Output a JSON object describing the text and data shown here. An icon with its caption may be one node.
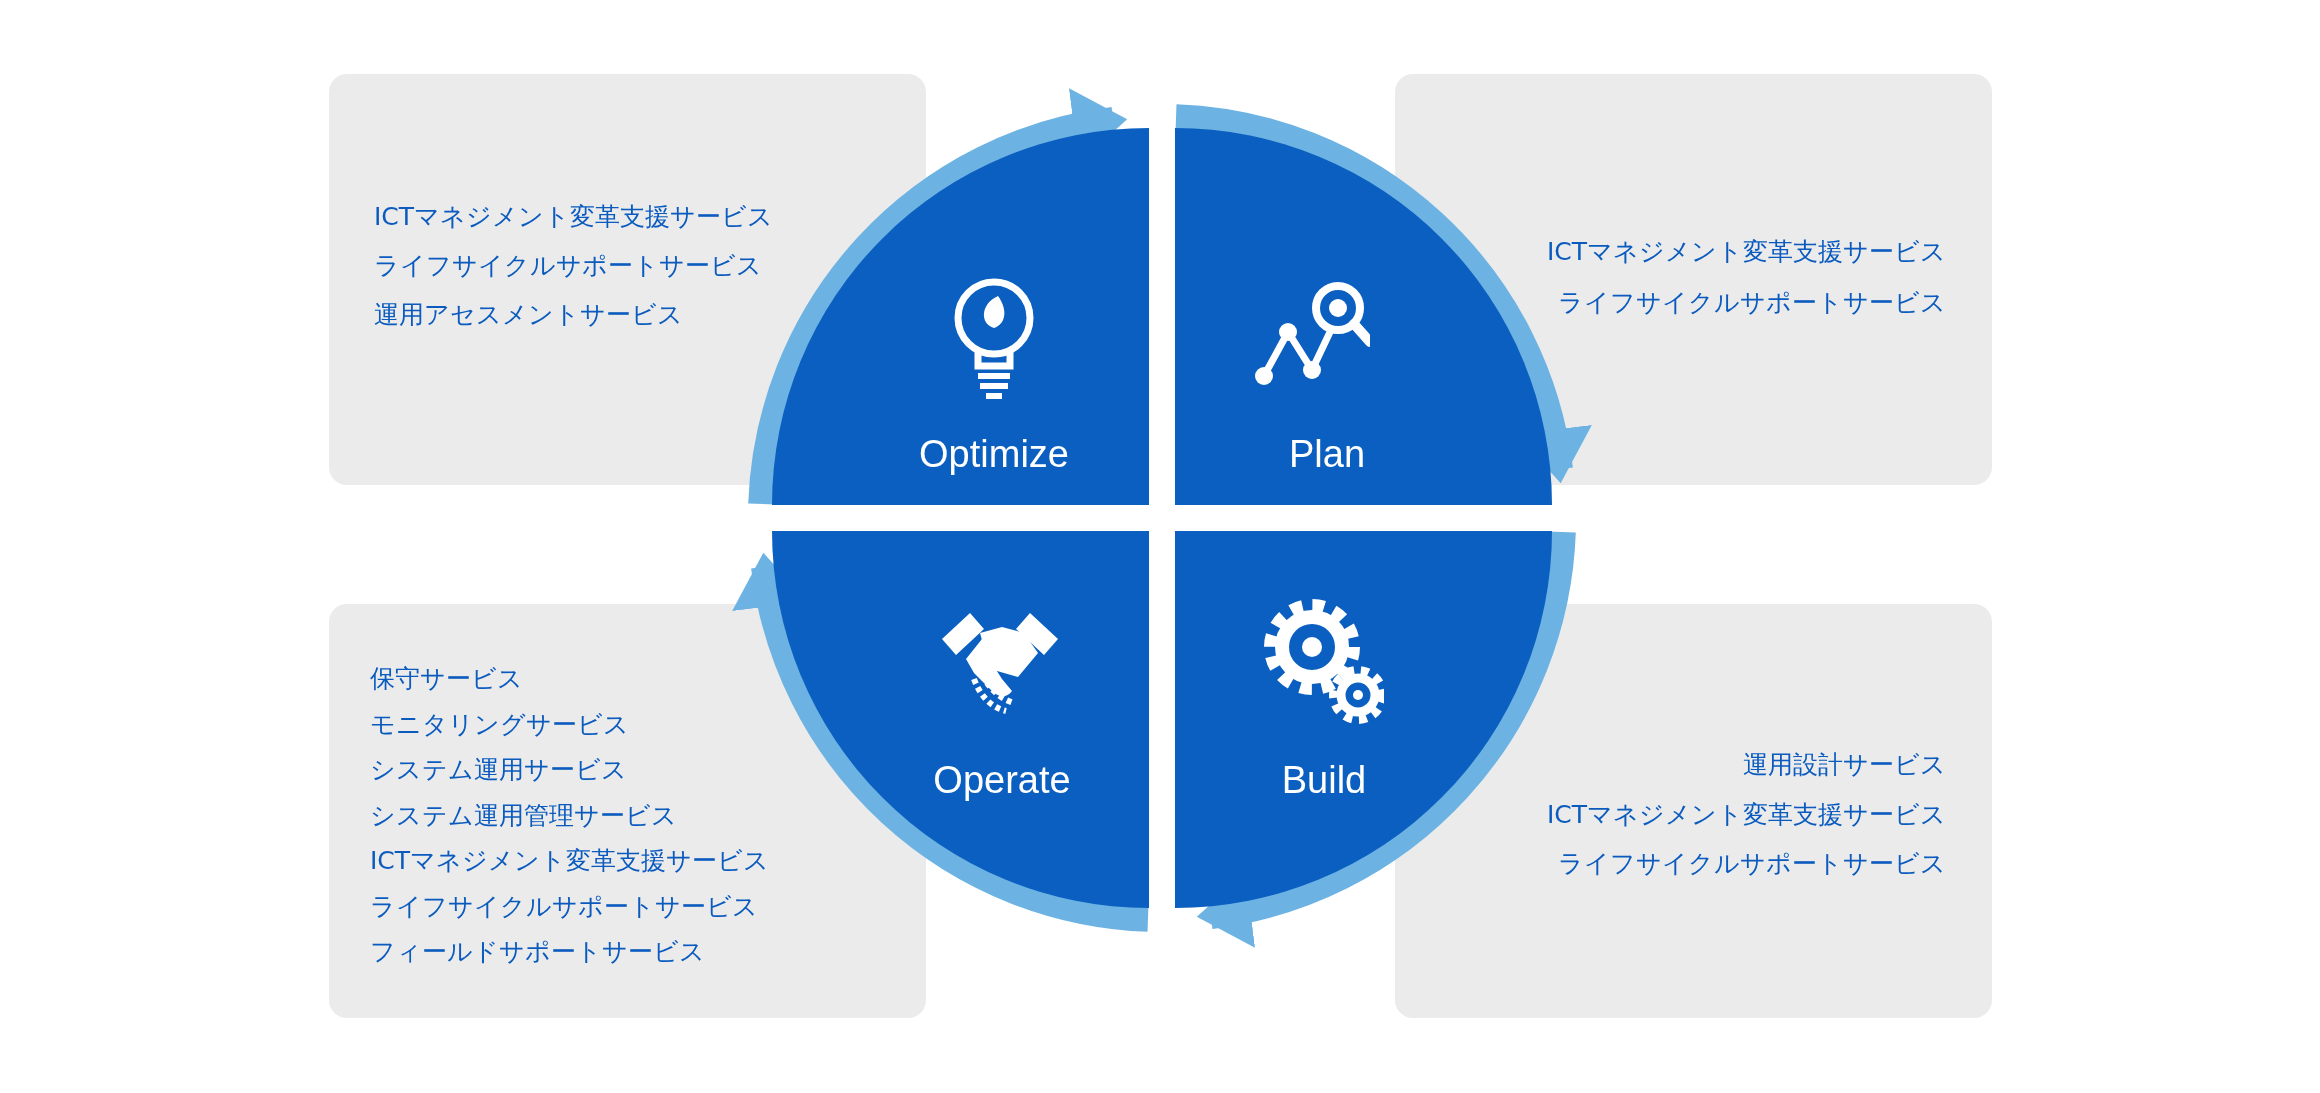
{
  "diagram": {
    "nodes": [
      {
        "text": [
          "ICTマネジメント変革支援サービス",
          "ライフサイクルサポートサービス",
          "運用アセスメントサービス"
        ]
      },
      {
        "text": [
          "Optimize"
        ]
      },
      {
        "text": [
          "Plan"
        ]
      },
      {
        "text": [
          "ICTマネジメント変革支援サービス",
          "ライフサイクルサポートサービス"
        ]
      },
      {
        "text": [
          "保守サービス",
          "モニタリングサービス",
          "システム運用サービス",
          "システム運用管理サービス",
          "ICTマネジメント変革支援サービス",
          "ライフサイクルサポートサービス",
          "フィールドサポートサービス"
        ]
      },
      {
        "text": [
          "Operate"
        ]
      },
      {
        "text": [
          "Build"
        ]
      },
      {
        "text": [
          "運用設計サービス",
          "ICTマネジメント変革支援サービス",
          "ライフサイクルサポートサービス"
        ]
      }
    ],
    "edges": [
      {
        "from": 1,
        "to": 2,
        "arrow": "to"
      },
      {
        "from": 2,
        "to": 6,
        "arrow": "to"
      },
      {
        "from": 6,
        "to": 5,
        "arrow": "to"
      },
      {
        "from": 5,
        "to": 1,
        "arrow": "to"
      }
    ]
  }
}
